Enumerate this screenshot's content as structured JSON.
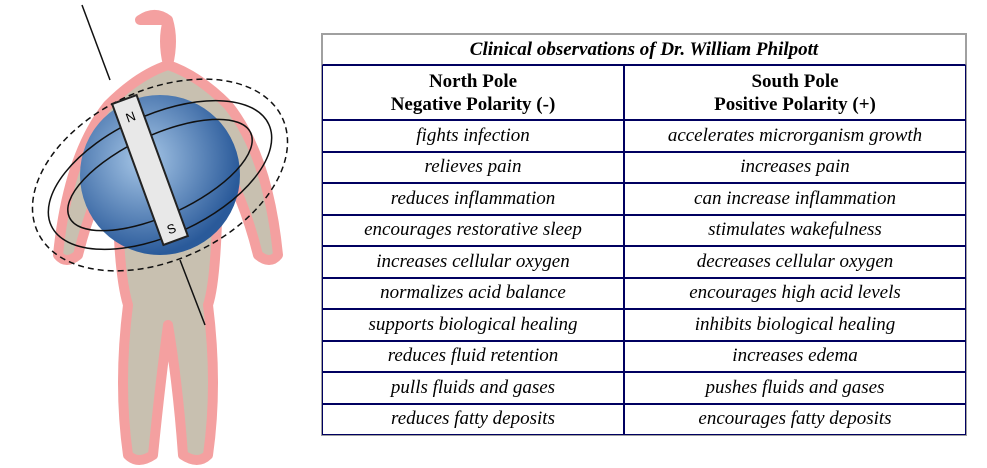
{
  "figure": {
    "magnet_top": "N",
    "magnet_bottom": "S"
  },
  "table": {
    "title": "Clinical observations of Dr. William Philpott",
    "headers": [
      {
        "line1": "North Pole",
        "line2": "Negative Polarity (-)"
      },
      {
        "line1": "South Pole",
        "line2": "Positive Polarity (+)"
      }
    ],
    "rows": [
      [
        "fights infection",
        "accelerates microrganism growth"
      ],
      [
        "relieves pain",
        "increases pain"
      ],
      [
        "reduces inflammation",
        "can increase inflammation"
      ],
      [
        "encourages restorative sleep",
        "stimulates wakefulness"
      ],
      [
        "increases cellular oxygen",
        "decreases cellular oxygen"
      ],
      [
        "normalizes acid balance",
        "encourages high acid levels"
      ],
      [
        "supports biological healing",
        "inhibits biological healing"
      ],
      [
        "reduces fluid retention",
        "increases edema"
      ],
      [
        "pulls fluids and gases",
        "pushes fluids and gases"
      ],
      [
        "reduces fatty deposits",
        "encourages fatty deposits"
      ]
    ]
  }
}
